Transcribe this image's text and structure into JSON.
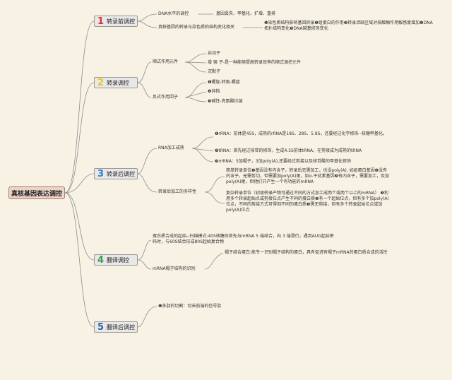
{
  "root": "真核基因表达调控",
  "colors": {
    "s1": "#e0332b",
    "s2": "#f2c418",
    "s3": "#2f7fd0",
    "s4": "#3e9d45",
    "s5": "#2f5fa8",
    "line": "#8c8c8c",
    "root_border": "#b07864"
  },
  "sections": [
    {
      "num": "1",
      "label": "转录前调控"
    },
    {
      "num": "2",
      "label": "转录调控"
    },
    {
      "num": "3",
      "label": "转录后调控"
    },
    {
      "num": "4",
      "label": "翻译调控"
    },
    {
      "num": "5",
      "label": "翻译后调控"
    }
  ],
  "s1": {
    "a": "DNA水平的调控",
    "a1": "基因丢失、甲基化、扩增、重排",
    "b": "真核基因的转录与染色质的结构变化相关",
    "b1": "❶染色质结构影响基因转录❷组蛋白的作用❸转录活跃区域对核酸酶作用敏感度增加❹DNA拓扑结构变化❺DNA碱基修饰变化"
  },
  "s2": {
    "a": "顺式作用元件",
    "a1": "启动子",
    "a2": "增 强 子-是一种能够提高转录效率的顺式调控元件",
    "a3": "沉默子",
    "b": "反式作用因子",
    "b1": "❶螺旋-转角-螺旋",
    "b2": "❷锌指",
    "b3": "❸碱性-亮氨酸拉链"
  },
  "s3": {
    "a": "RNA加工成熟",
    "a1": "❶rRNA：前体是45S，成熟的rRNA是18S、28S、5.8S，还要经过化学修饰--核糖甲基化。",
    "a2": "❷tRNA：首先经过核苷的修饰，生成4.5S前体tRNA，在剪接成为成熟的tRNA",
    "a3": "❸mRNA：5加帽子，3加poly(A),还要经过剪接以及核苷酸的甲基化修饰",
    "b": "转录后加工的多样性",
    "b1": "简单转录单位❶基因没有内含子，转录后无需加工，也没poly(A), 如组蛋白基因❷没有内含子，无需剪切，但需要加poly(A)尾，如α-干扰素基因❸有内含子，需要加工，及加poly(A)尾，但他们只产生一个有功能的mRNA",
    "b2": "复杂转录单位（初级转录产物可通过不同的方式加工成两个或两个以上的mRNA） ❶利用多个转录起始点或剪接位点产生不同的蛋白质❷有一个起始位点，但有多个加poly(A)位点，不同的剪接方式可得到不同的蛋白质❸需无剪接，但有多个转录起始位点或加poly(A)位点"
  },
  "s4": {
    "a": "蛋白质合成的起始--扫描模式:40S核糖体首先与mRNA 5 端结合，向 3 端滑行，遇到AUG起始密码时，与60S结合形成80S起始复合物",
    "b": "mRNA帽子结构的识别",
    "b1": "帽子结合蛋白:能专一识别帽子结构的蛋白，具有促进有帽子mRNA的蛋白质合成的活性"
  },
  "s5": {
    "a": "❶多肽的切割：切去前端的信号肽"
  }
}
